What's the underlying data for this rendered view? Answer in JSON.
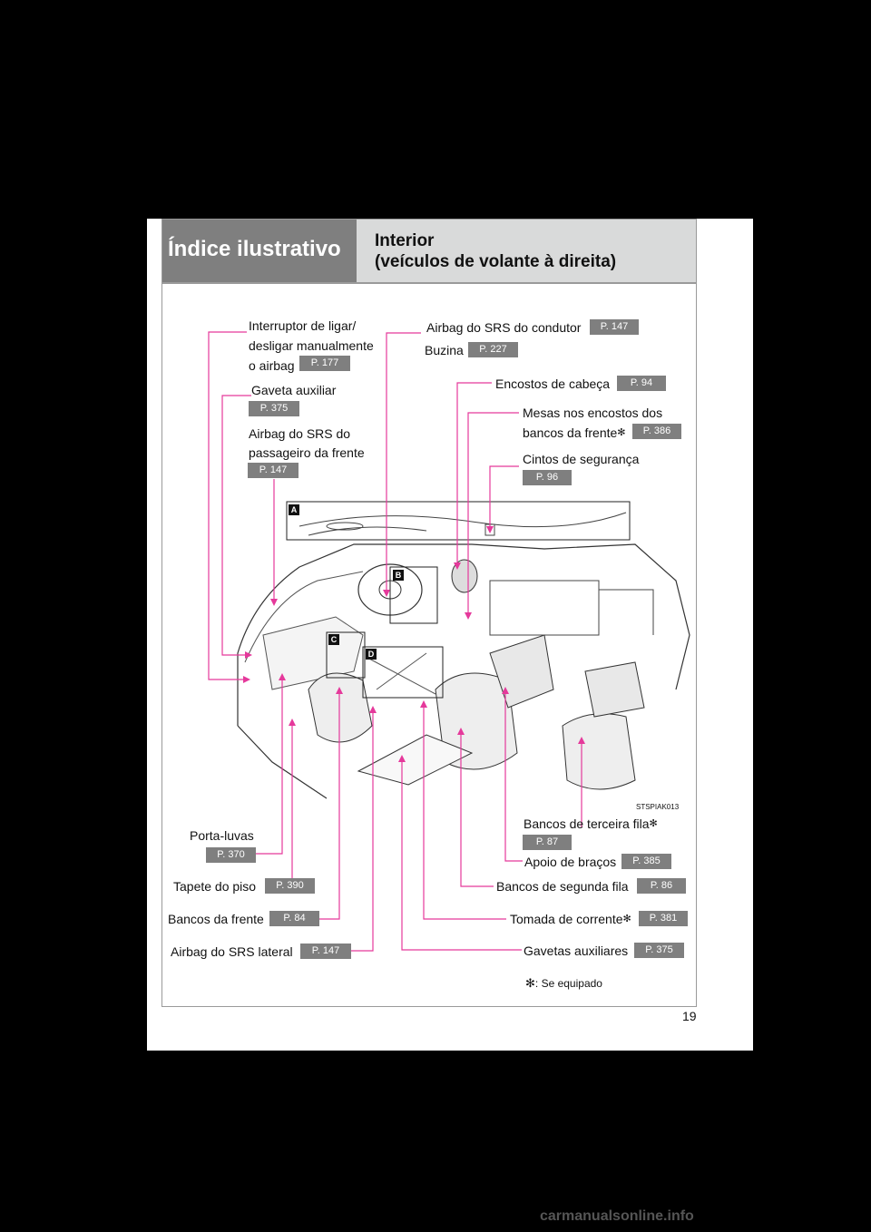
{
  "header": {
    "section": "Índice ilustrativo",
    "title_line1": "Interior",
    "title_line2": "(veículos de volante à direita)"
  },
  "labels": {
    "interruptor_1": "Interruptor de ligar/",
    "interruptor_2": "desligar manualmente",
    "interruptor_3": "o airbag",
    "interruptor_page": "P. 177",
    "gaveta": "Gaveta auxiliar",
    "gaveta_page": "P. 375",
    "airbag_pass_1": "Airbag do SRS do",
    "airbag_pass_2": "passageiro da frente",
    "airbag_pass_page": "P. 147",
    "airbag_cond": "Airbag do SRS do condutor",
    "airbag_cond_page": "P. 147",
    "buzina": "Buzina",
    "buzina_page": "P. 227",
    "encostos": "Encostos de cabeça",
    "encostos_page": "P. 94",
    "mesas_1": "Mesas nos encostos dos",
    "mesas_2": "bancos da frente",
    "mesas_page": "P. 386",
    "cintos": "Cintos de segurança",
    "cintos_page": "P. 96",
    "porta_luvas": "Porta-luvas",
    "porta_luvas_page": "P. 370",
    "tapete": "Tapete do piso",
    "tapete_page": "P. 390",
    "bancos_frente": "Bancos da frente",
    "bancos_frente_page": "P. 84",
    "airbag_lateral": "Airbag do SRS lateral",
    "airbag_lateral_page": "P. 147",
    "terceira": "Bancos de terceira fila",
    "terceira_page": "P. 87",
    "apoio": "Apoio de braços",
    "apoio_page": "P. 385",
    "segunda": "Bancos de segunda fila",
    "segunda_page": "P. 86",
    "tomada": "Tomada de corrente",
    "tomada_page": "P. 381",
    "gavetas": "Gavetas auxiliares",
    "gavetas_page": "P. 375"
  },
  "markers": {
    "a": "A",
    "b": "B",
    "c": "C",
    "d": "D"
  },
  "footnote": ": Se equipado",
  "asterisk": "✻",
  "image_code": "STSPIAK013",
  "page_number": "19",
  "watermark": "carmanualsonline.info",
  "colors": {
    "leader": "#e5399b",
    "badge": "#7f7f7f",
    "header_dark": "#7f7f7f",
    "header_light": "#d9dada"
  }
}
